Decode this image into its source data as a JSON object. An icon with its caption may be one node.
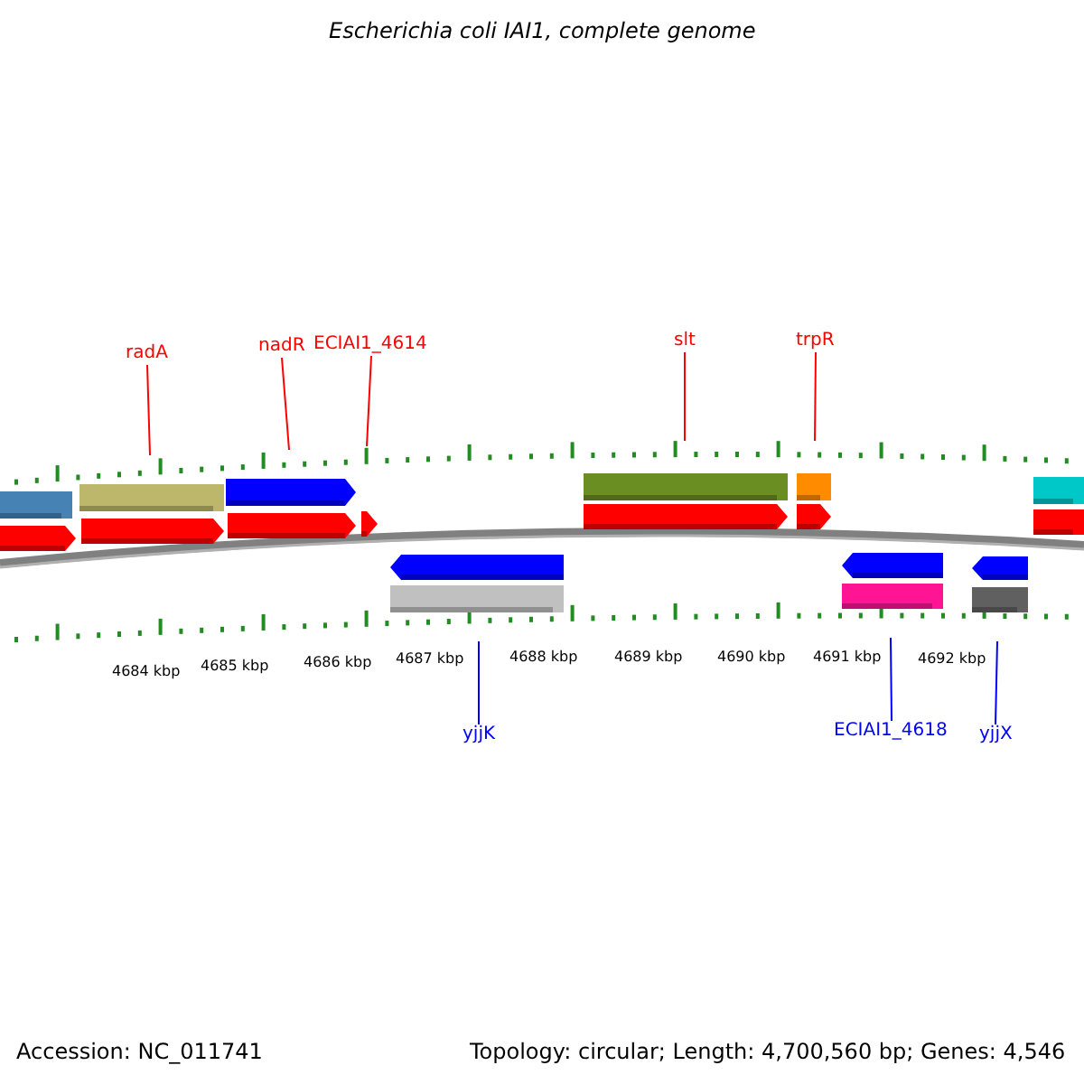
{
  "diagram": {
    "title": "Escherichia coli IAI1, complete genome",
    "nodes": [
      {
        "text": [
          "radA"
        ]
      },
      {
        "text": [
          "nadR"
        ]
      },
      {
        "text": [
          "ECIAI1_4614"
        ]
      },
      {
        "text": [
          "slt"
        ]
      },
      {
        "text": [
          "trpR"
        ]
      },
      {
        "text": [
          "yjjK"
        ]
      },
      {
        "text": [
          "ECIAI1_4618"
        ]
      },
      {
        "text": [
          "yjjX"
        ]
      }
    ],
    "edges": [
      {
        "from": 0,
        "to": null,
        "arrow": "none"
      },
      {
        "from": 1,
        "to": null,
        "arrow": "none"
      },
      {
        "from": 2,
        "to": null,
        "arrow": "none"
      },
      {
        "from": 3,
        "to": null,
        "arrow": "none"
      },
      {
        "from": 4,
        "to": null,
        "arrow": "none"
      },
      {
        "from": 5,
        "to": null,
        "arrow": "none",
        "color": "#0000ff"
      },
      {
        "from": 6,
        "to": null,
        "arrow": "none",
        "color": "#0000ff"
      },
      {
        "from": 7,
        "to": null,
        "arrow": "none",
        "color": "#0000ff"
      }
    ],
    "labels": [
      "4684 kbp",
      "4685 kbp",
      "4686 kbp",
      "4687 kbp",
      "4688 kbp",
      "4689 kbp",
      "4690 kbp",
      "4691 kbp",
      "4692 kbp",
      "Accession: NC_011741",
      "Topology: circular; Length: 4,700,560 bp; Genes: 4,546"
    ]
  }
}
